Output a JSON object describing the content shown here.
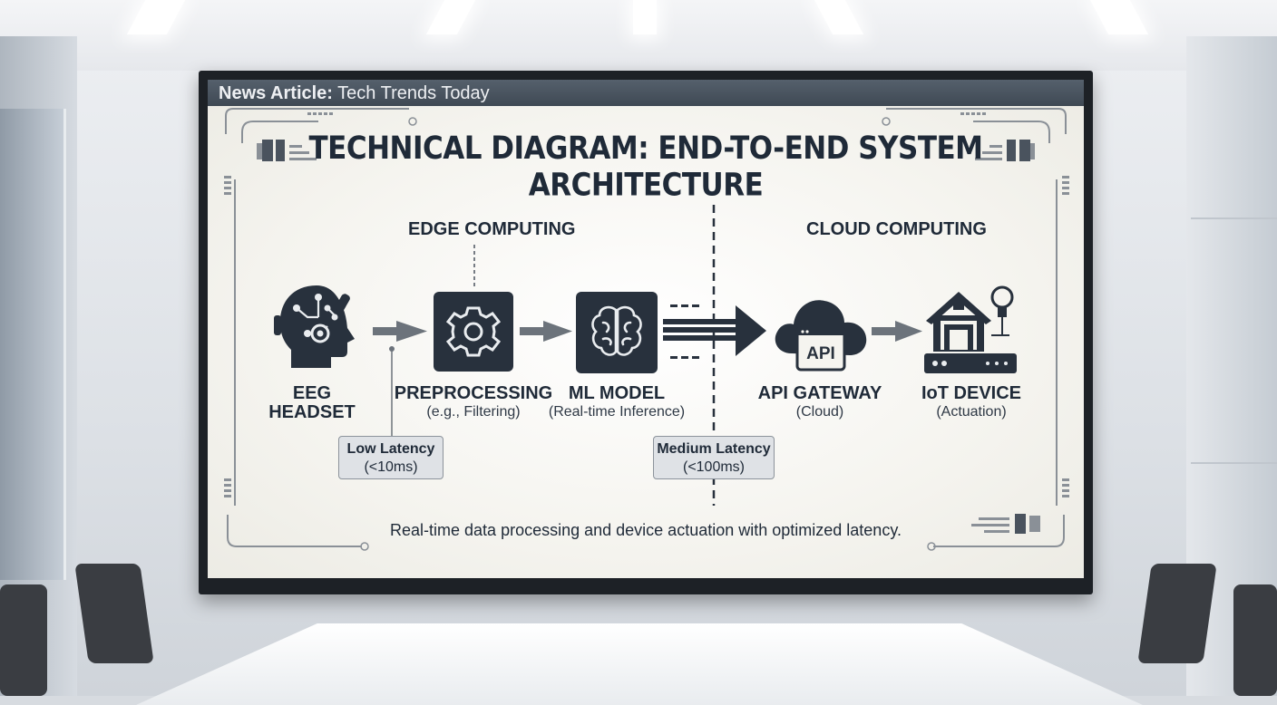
{
  "screen": {
    "header_bold": "News Article:",
    "header_rest": "Tech Trends Today",
    "title": "TECHNICAL DIAGRAM: END-TO-END SYSTEM ARCHITECTURE",
    "sections": {
      "edge": "EDGE COMPUTING",
      "cloud": "CLOUD COMPUTING"
    },
    "nodes": [
      {
        "id": "eeg",
        "label_line1": "EEG",
        "label_line2": "HEADSET",
        "icon": "head-circuit-icon"
      },
      {
        "id": "pre",
        "label_line1": "PREPROCESSING",
        "sub": "(e.g., Filtering)",
        "icon": "gear-icon"
      },
      {
        "id": "ml",
        "label_line1": "ML MODEL",
        "sub": "(Real-time Inference)",
        "icon": "brain-icon"
      },
      {
        "id": "api",
        "label_line1": "API GATEWAY",
        "sub": "(Cloud)",
        "icon": "cloud-api-icon",
        "icon_text": "API"
      },
      {
        "id": "iot",
        "label_line1": "IoT DEVICE",
        "sub": "(Actuation)",
        "icon": "house-bulb-icon"
      }
    ],
    "latency": [
      {
        "title": "Low Latency",
        "value": "(<10ms)"
      },
      {
        "title": "Medium Latency",
        "value": "(<100ms)"
      }
    ],
    "caption": "Real-time data processing and device actuation with optimized latency.",
    "colors": {
      "dark": "#28313d",
      "arrow": "#6c737b",
      "screen_bg": "#f5f4ef",
      "header_bar": "#47515c"
    }
  }
}
